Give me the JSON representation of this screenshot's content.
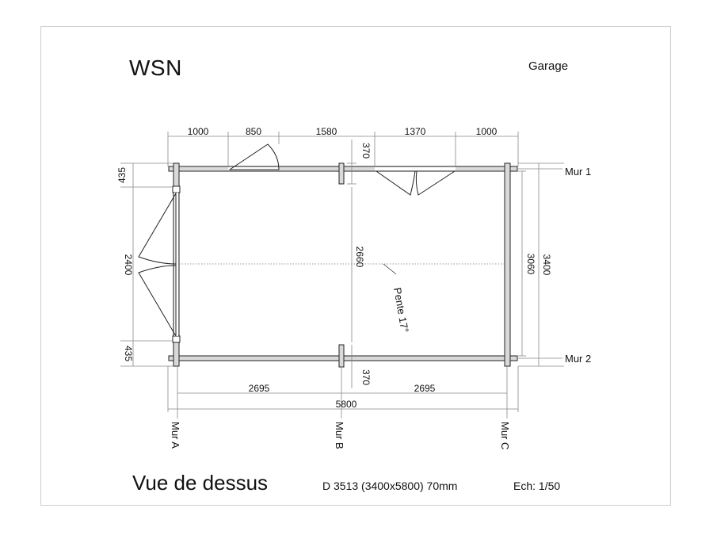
{
  "header": {
    "brand": "WSN",
    "subject": "Garage"
  },
  "footer": {
    "view_title": "Vue de dessus",
    "spec": "D 3513 (3400x5800) 70mm",
    "scale": "Ech: 1/50"
  },
  "plan": {
    "walls": {
      "mur1": "Mur 1",
      "mur2": "Mur 2",
      "murA": "Mur A",
      "murB": "Mur B",
      "murC": "Mur C"
    },
    "roof_note": "Pente 17°",
    "dimensions": {
      "top_1000_left": "1000",
      "top_850": "850",
      "top_1580": "1580",
      "top_1370": "1370",
      "top_1000_right": "1000",
      "post_370_top": "370",
      "post_370_bottom": "370",
      "left_435_top": "435",
      "left_2400": "2400",
      "left_435_bottom": "435",
      "inner_2660": "2660",
      "right_3060": "3060",
      "right_3400": "3400",
      "bottom_2695_left": "2695",
      "bottom_2695_right": "2695",
      "bottom_5800": "5800"
    }
  }
}
